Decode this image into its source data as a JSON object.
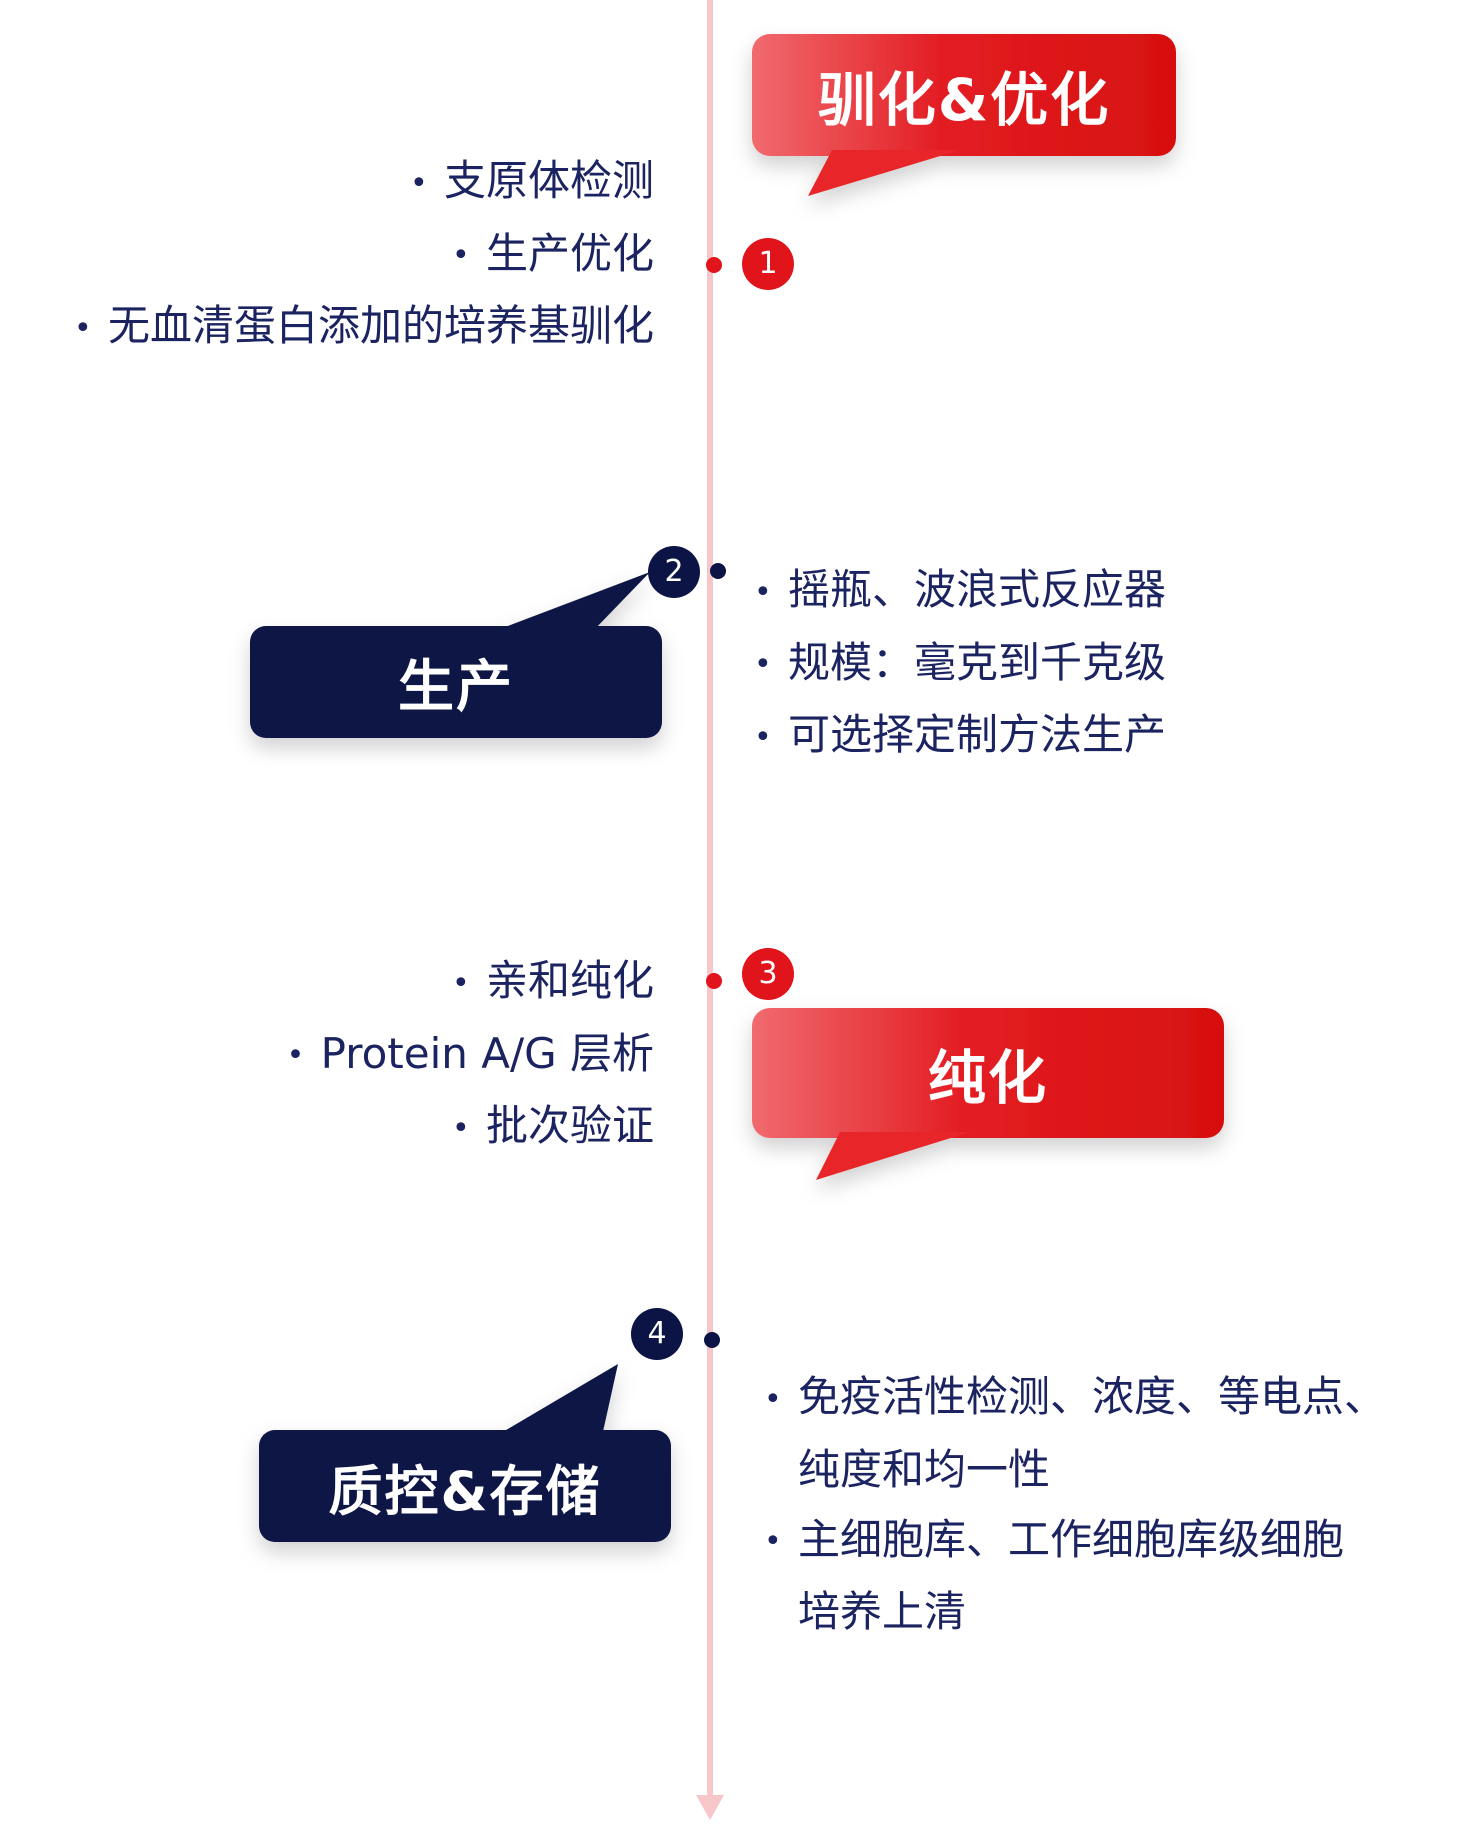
{
  "stages": [
    {
      "number": "1",
      "title": "驯化&优化",
      "items": [
        "支原体检测",
        "生产优化",
        "无血清蛋白添加的培养基驯化"
      ]
    },
    {
      "number": "2",
      "title": "生产",
      "items": [
        "摇瓶、波浪式反应器",
        "规模：毫克到千克级",
        "可选择定制方法生产"
      ]
    },
    {
      "number": "3",
      "title": "纯化",
      "items": [
        "亲和纯化",
        "Protein A/G 层析",
        "批次验证"
      ]
    },
    {
      "number": "4",
      "title": "质控&存储",
      "items": [
        "免疫活性检测、浓度、等电点、",
        "纯度和均一性",
        "主细胞库、工作细胞库级细胞",
        "培养上清"
      ]
    }
  ],
  "colors": {
    "red": "#e0141a",
    "red_light": "#f06a6e",
    "navy": "#0c1445",
    "text": "#1b2361",
    "timeline": "#f6c6c8"
  }
}
